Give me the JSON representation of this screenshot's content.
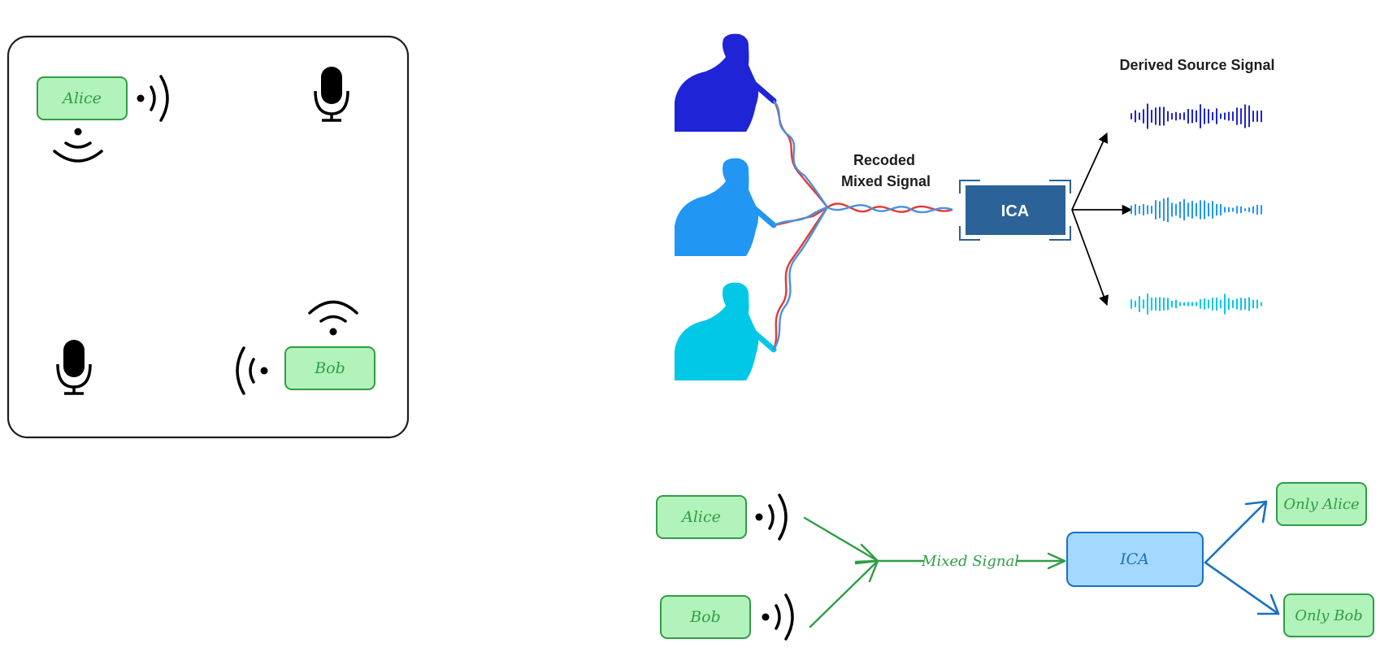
{
  "room": {
    "speaker1": "Alice",
    "speaker2": "Bob"
  },
  "ica_diagram": {
    "recorded_label_line1": "Recoded",
    "recorded_label_line2": "Mixed Signal",
    "ica_label": "ICA",
    "derived_label": "Derived Source Signal"
  },
  "flow": {
    "source1": "Alice",
    "source2": "Bob",
    "mixed_label": "Mixed Signal",
    "ica_label": "ICA",
    "output1": "Only Alice",
    "output2": "Only Bob"
  },
  "colors": {
    "green_fill": "#b2f2bb",
    "green_stroke": "#2f9e44",
    "blue_fill": "#a5d8ff",
    "blue_stroke": "#1971c2",
    "ica_box": "#2b6298",
    "singer_dark": "#1f24d6",
    "singer_mid": "#2196f3",
    "singer_light": "#00c8e6",
    "wire_red": "#e53935",
    "wire_blue": "#4a90e2"
  }
}
